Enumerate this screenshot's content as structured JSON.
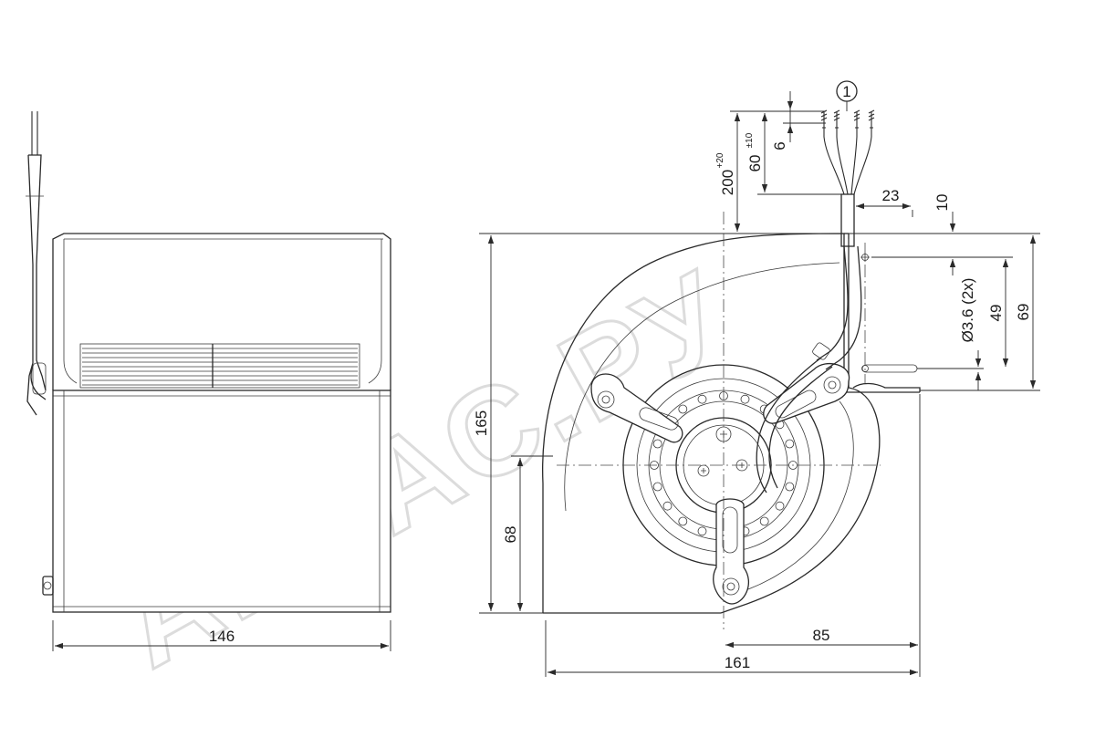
{
  "watermark": "АНКАС.РУ",
  "dimensions": {
    "side_width": "146",
    "height_total": "165",
    "height_outlet": "68",
    "width_total": "161",
    "width_right": "85",
    "cable_length": "200",
    "cable_length_tol": "+20",
    "strip_length": "60",
    "strip_length_tol": "±10",
    "wire_strip": "6",
    "cable_offset": "23",
    "mount_top": "10",
    "mount_spacing": "49",
    "flange_height": "69",
    "mount_hole": "Ø3.6 (2x)"
  },
  "callout": "1"
}
